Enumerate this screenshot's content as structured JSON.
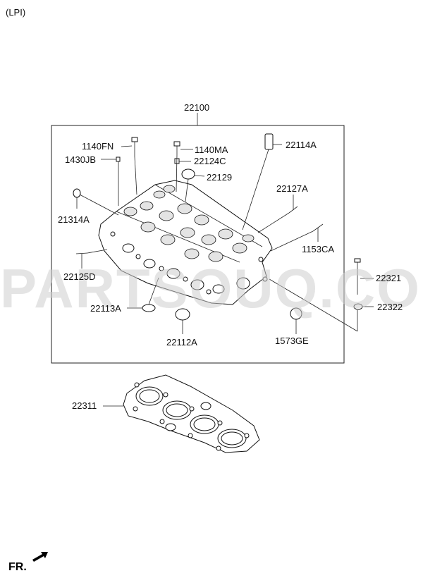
{
  "header": {
    "variant": "(LPI)"
  },
  "watermark": {
    "text": "PARTSOUQ.COM"
  },
  "assembly": {
    "number": "22100"
  },
  "parts": [
    {
      "id": "p-1140fn",
      "number": "1140FN"
    },
    {
      "id": "p-1140ma",
      "number": "1140MA"
    },
    {
      "id": "p-22114a",
      "number": "22114A"
    },
    {
      "id": "p-1430jb",
      "number": "1430JB"
    },
    {
      "id": "p-22124c",
      "number": "22124C"
    },
    {
      "id": "p-22129",
      "number": "22129"
    },
    {
      "id": "p-22127a",
      "number": "22127A"
    },
    {
      "id": "p-21314a",
      "number": "21314A"
    },
    {
      "id": "p-1153ca",
      "number": "1153CA"
    },
    {
      "id": "p-22125d",
      "number": "22125D"
    },
    {
      "id": "p-22321",
      "number": "22321"
    },
    {
      "id": "p-22113a",
      "number": "22113A"
    },
    {
      "id": "p-22322",
      "number": "22322"
    },
    {
      "id": "p-22112a",
      "number": "22112A"
    },
    {
      "id": "p-1573ge",
      "number": "1573GE"
    },
    {
      "id": "p-22311",
      "number": "22311"
    }
  ],
  "footer": {
    "direction": "FR."
  }
}
